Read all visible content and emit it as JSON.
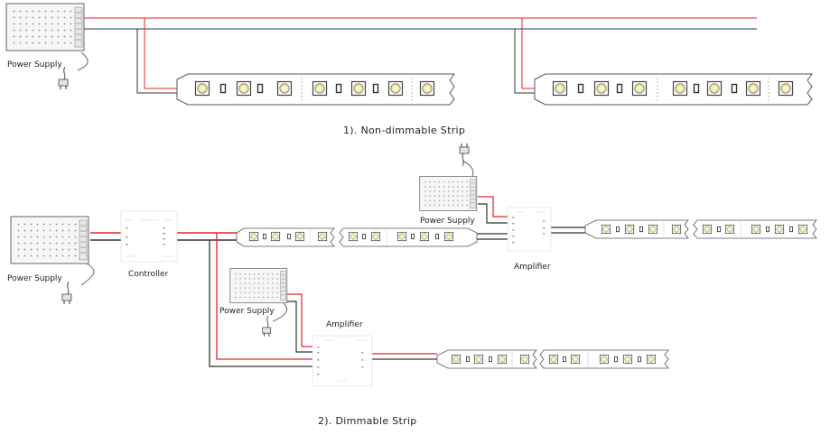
{
  "captions": {
    "non_dimmable": "1). Non-dimmable Strip",
    "dimmable": "2). Dimmable Strip"
  },
  "labels": {
    "power_supply": "Power Supply",
    "controller": "Controller",
    "amplifier": "Amplifier"
  },
  "colors": {
    "positive_wire": "#e0262b",
    "negative_wire": "#333333",
    "outline": "#555555",
    "led_core": "#f3e7a1"
  },
  "icons": [
    "power-supply-icon",
    "plug-icon",
    "controller-icon",
    "amplifier-icon",
    "led-strip-icon"
  ]
}
